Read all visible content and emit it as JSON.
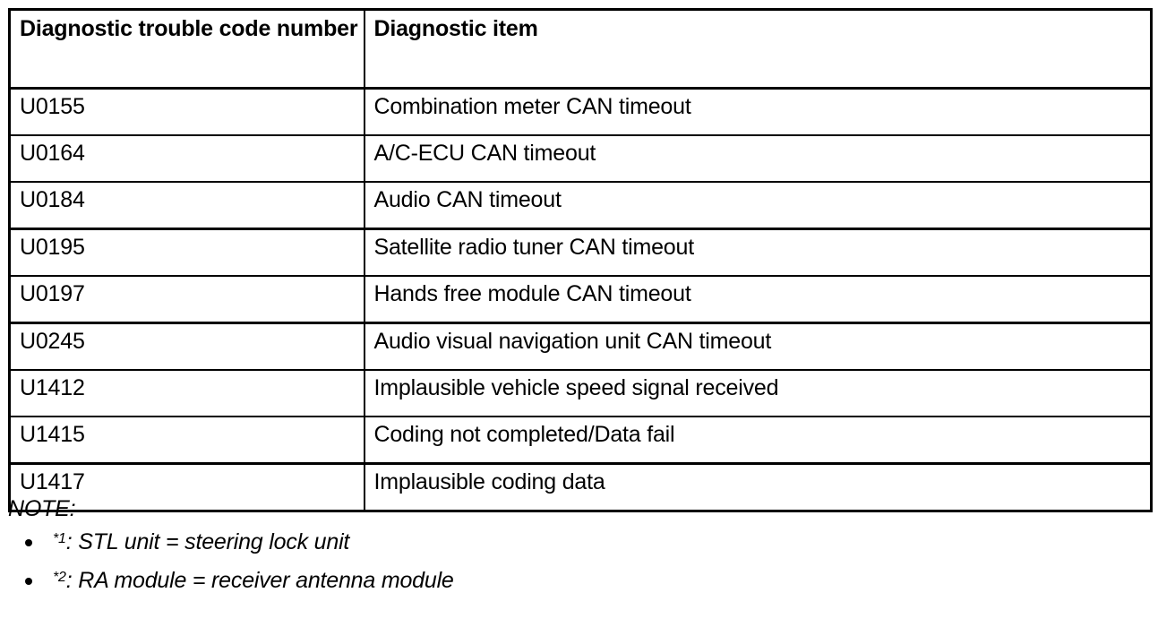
{
  "table": {
    "headers": {
      "code": "Diagnostic trouble code number",
      "item": "Diagnostic item"
    },
    "rows": [
      {
        "code": "U0155",
        "item": "Combination meter CAN timeout"
      },
      {
        "code": "U0164",
        "item": "A/C-ECU CAN timeout"
      },
      {
        "code": "U0184",
        "item": "Audio CAN timeout"
      },
      {
        "code": "U0195",
        "item": "Satellite radio tuner CAN timeout"
      },
      {
        "code": "U0197",
        "item": "Hands free module CAN timeout"
      },
      {
        "code": "U0245",
        "item": "Audio visual navigation unit CAN timeout"
      },
      {
        "code": "U1412",
        "item": "Implausible vehicle speed signal received"
      },
      {
        "code": "U1415",
        "item": "Coding not completed/Data fail"
      },
      {
        "code": "U1417",
        "item": "Implausible coding data"
      }
    ]
  },
  "note": {
    "label": "NOTE:",
    "items": [
      {
        "marker": "*1",
        "text": ": STL unit = steering lock unit"
      },
      {
        "marker": "*2",
        "text": ": RA module = receiver antenna module"
      }
    ]
  },
  "colors": {
    "ink": "#000000",
    "paper": "#ffffff"
  }
}
